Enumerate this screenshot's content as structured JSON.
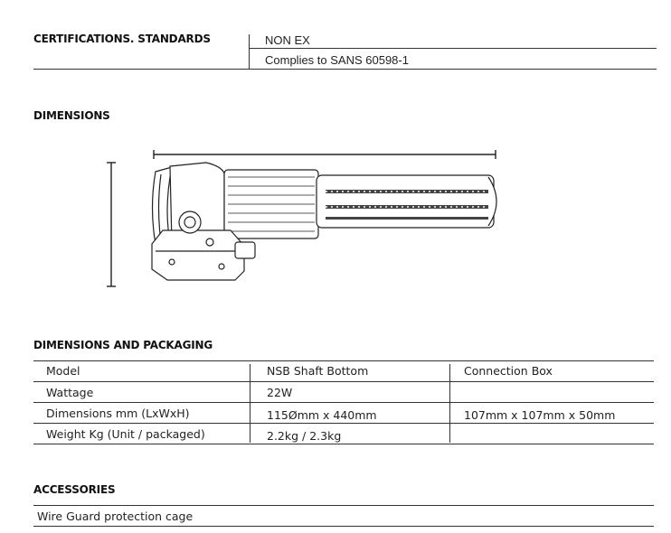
{
  "certifications": {
    "heading": "CERTIFICATIONS. STANDARDS",
    "rows": [
      "NON EX",
      "Complies to SANS 60598-1"
    ]
  },
  "dimensions": {
    "heading": "DIMENSIONS"
  },
  "packaging": {
    "heading": "DIMENSIONS AND PACKAGING",
    "header": [
      "Model",
      "NSB Shaft Bottom",
      "Connection Box"
    ],
    "rows": [
      [
        "Wattage",
        "22W",
        ""
      ],
      [
        "Dimensions mm (LxWxH)",
        "115Ømm x 440mm",
        "107mm x 107mm x 50mm"
      ],
      [
        "Weight Kg (Unit / packaged)",
        "2.2kg / 2.3kg",
        ""
      ]
    ]
  },
  "accessories": {
    "heading": "ACCESSORIES",
    "items": [
      "Wire Guard protection cage"
    ]
  }
}
